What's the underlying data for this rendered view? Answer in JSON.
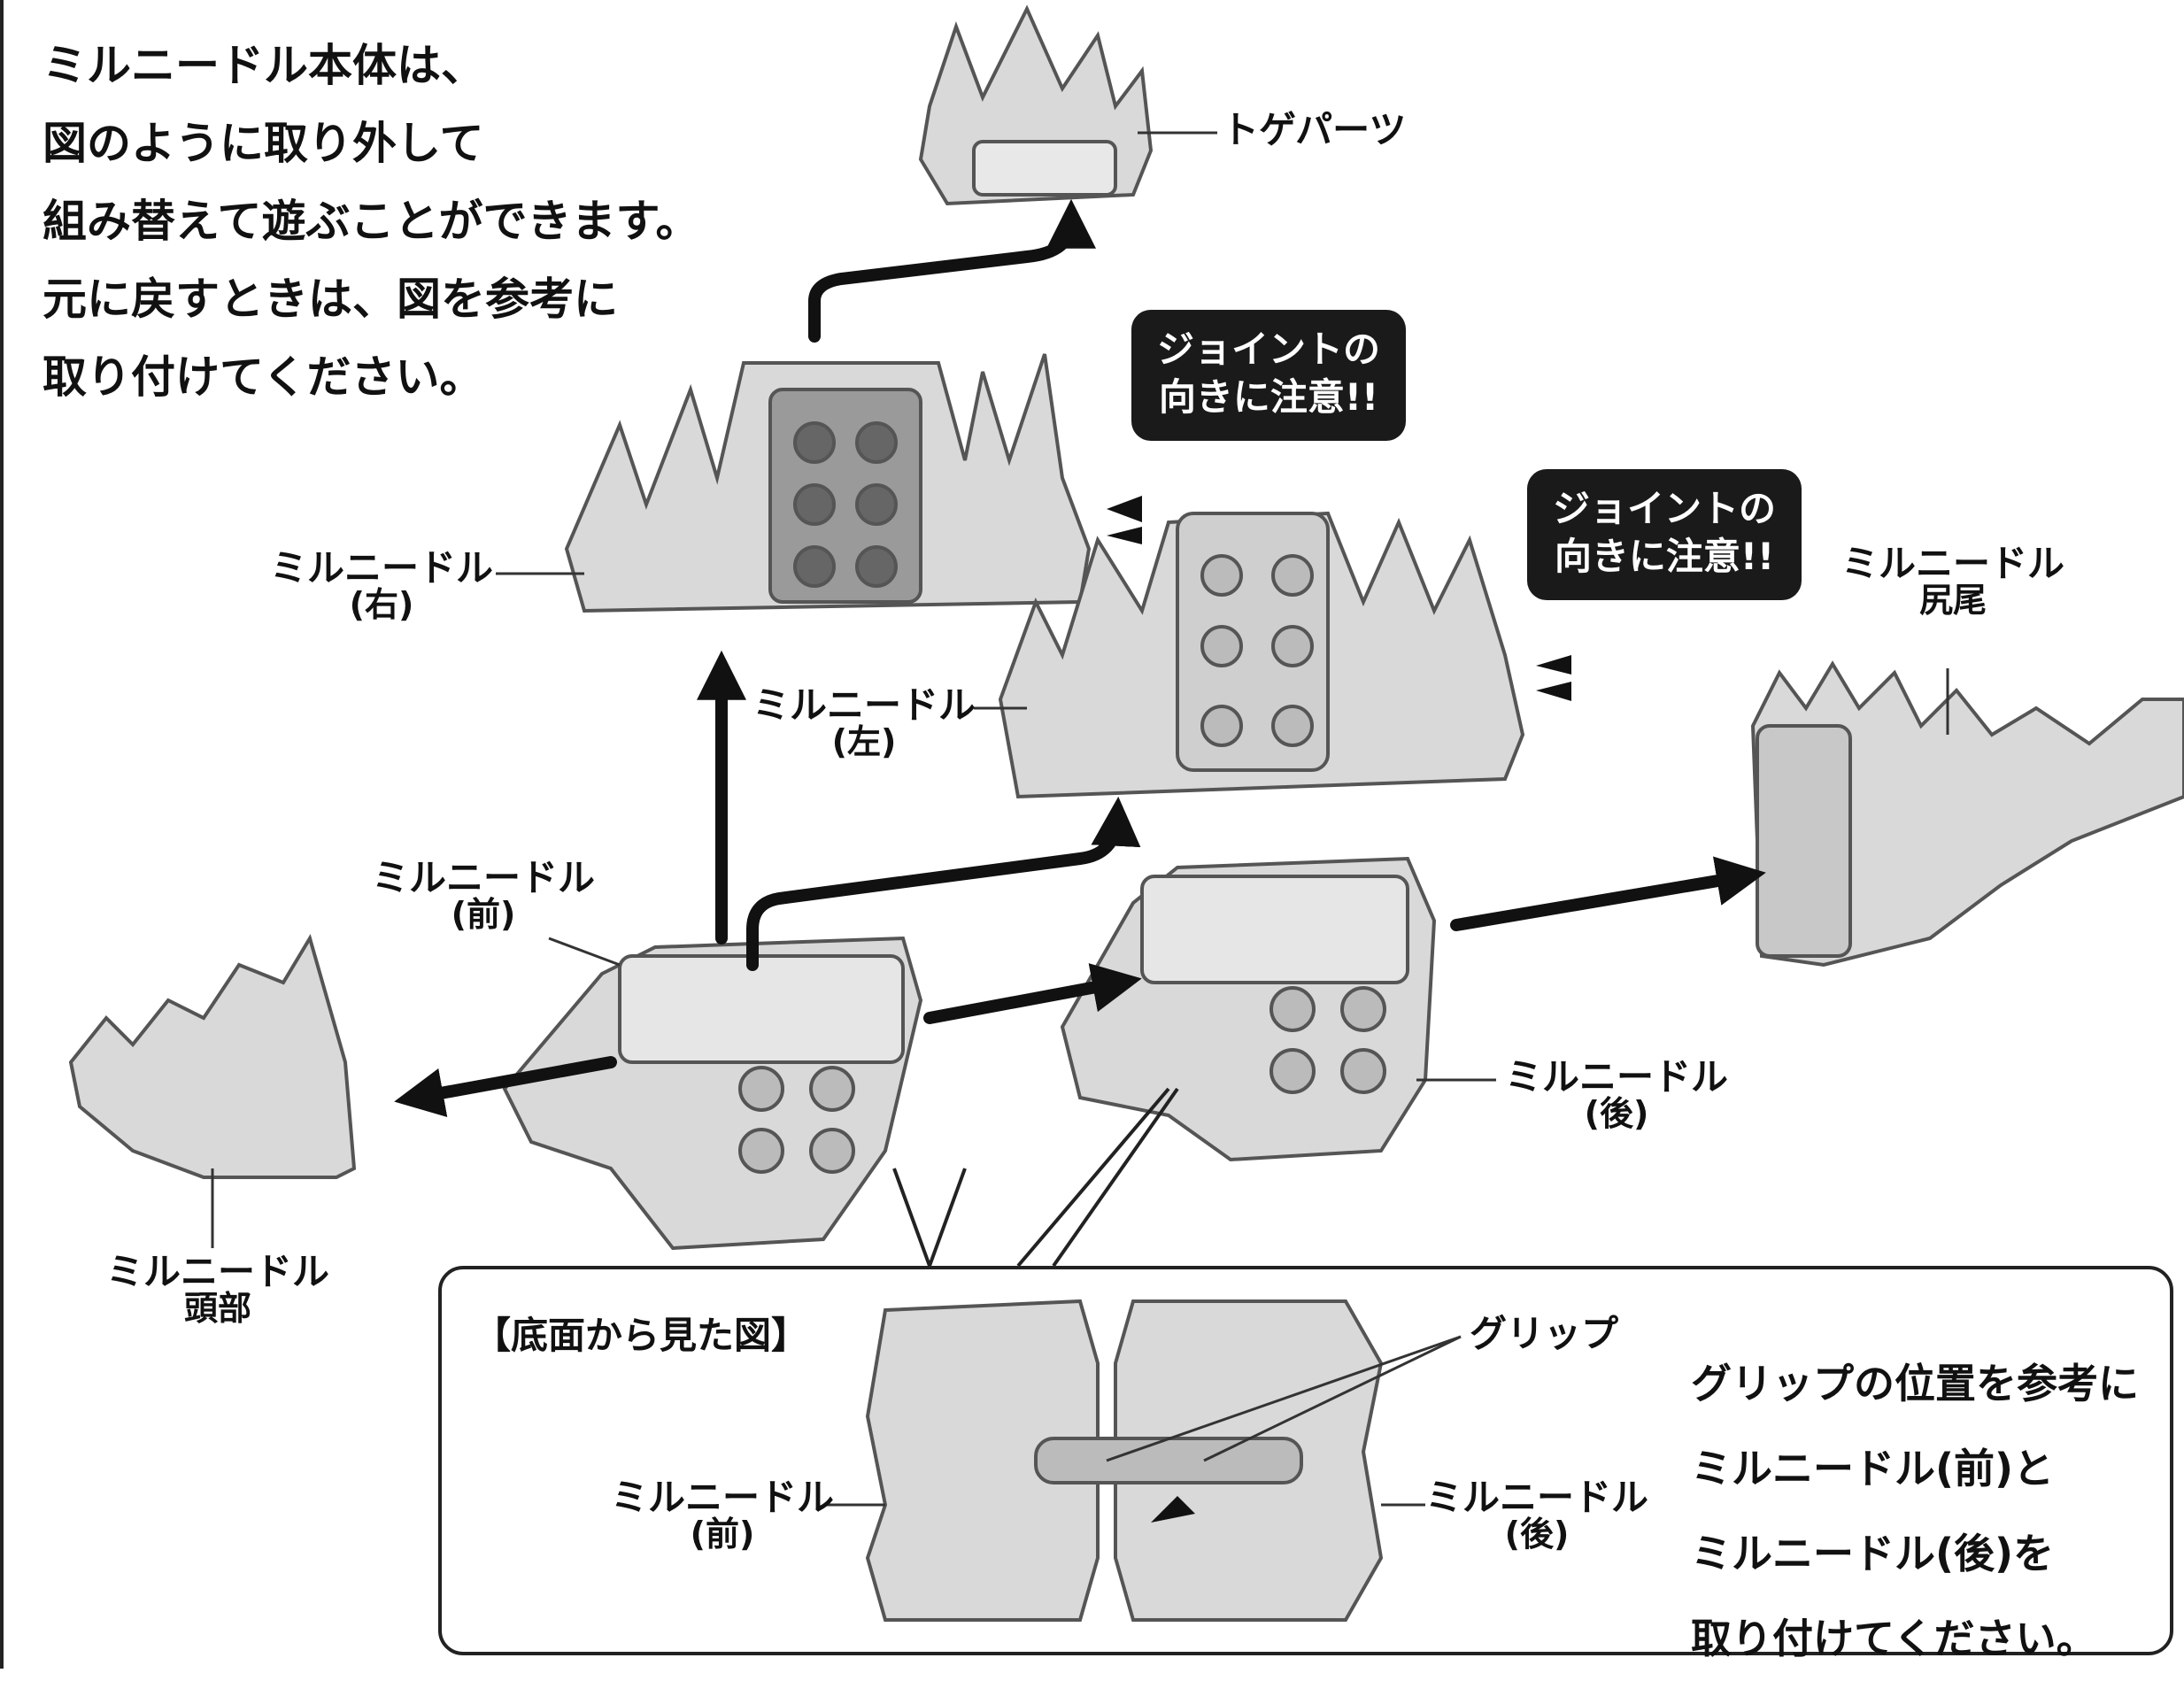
{
  "intro_text": {
    "line1": "ミルニードル本体は、",
    "line2": "図のように取り外して",
    "line3": "組み替えて遊ぶことができます。",
    "line4": "元に戻すときは、図を参考に",
    "line5": "取り付けてください。"
  },
  "labels": {
    "toge_parts": "トゲパーツ",
    "right": {
      "name": "ミルニードル",
      "sub": "(右)"
    },
    "left": {
      "name": "ミルニードル",
      "sub": "(左)"
    },
    "front": {
      "name": "ミルニードル",
      "sub": "(前)"
    },
    "back": {
      "name": "ミルニードル",
      "sub": "(後)"
    },
    "tail": {
      "name": "ミルニードル",
      "sub": "尻尾"
    },
    "head": {
      "name": "ミルニードル",
      "sub": "頭部"
    }
  },
  "callouts": {
    "joint_1": {
      "line1": "ジョイントの",
      "line2": "向きに注意!!"
    },
    "joint_2": {
      "line1": "ジョイントの",
      "line2": "向きに注意!!"
    }
  },
  "inset": {
    "title": "【底面から見た図】",
    "grip_label": "グリップ",
    "front_label": {
      "name": "ミルニードル",
      "sub": "(前)"
    },
    "back_label": {
      "name": "ミルニードル",
      "sub": "(後)"
    },
    "note": {
      "line1": "グリップの位置を参考に",
      "line2": "ミルニードル(前)と",
      "line3": "ミルニードル(後)を",
      "line4": "取り付けてください。"
    }
  },
  "colors": {
    "part_fill": "#d9d9d9",
    "part_stroke": "#555555",
    "arrow": "#111111",
    "bubble": "#1a1a1a"
  }
}
